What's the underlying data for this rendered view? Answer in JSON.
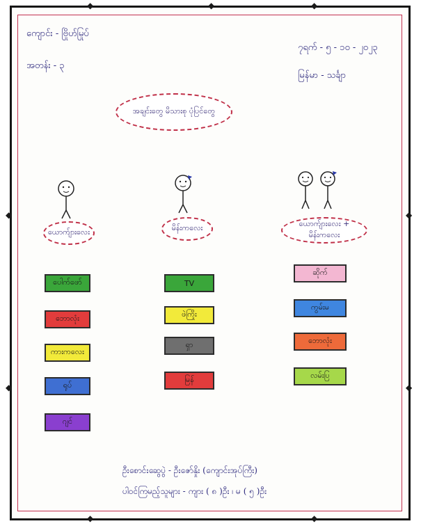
{
  "header": {
    "school": "ကျောင်း - ဗြိုဟ်မြုပ်",
    "grade": "အတန်း - ၃",
    "date": "၇ရက် - ၅ - ၁၀ - ၂၀၂၃",
    "subject": "မြန်မာ - သင်္ချာ"
  },
  "title": "အချင်းတွေ မိသားစု ပုံပြင်တွေ",
  "groups": [
    {
      "label": "ယောက်ျားလေး",
      "items": [
        {
          "text": "ပေါက်ဖော်",
          "color": "#3aa63a"
        },
        {
          "text": "ဘောလုံး",
          "color": "#e23c3c"
        },
        {
          "text": "ကားကလေး",
          "color": "#f2ea3a"
        },
        {
          "text": "ရုပ်",
          "color": "#3f6fd2"
        },
        {
          "text": "ဂျင်",
          "color": "#8a3fcf"
        }
      ]
    },
    {
      "label": "မိန်းကလေး",
      "items": [
        {
          "text": "TV",
          "color": "#3aa63a"
        },
        {
          "text": "ဖဲကြိုး",
          "color": "#f2ea3a"
        },
        {
          "text": "ရှာ",
          "color": "#6f6f6f"
        },
        {
          "text": "မြန်",
          "color": "#e23c3c"
        }
      ]
    },
    {
      "label": "ယောက်ျားလေး + မိန်းကလေး",
      "items": [
        {
          "text": "ဆိုက်",
          "color": "#f3b7d2"
        },
        {
          "text": "ကွမ်းမ",
          "color": "#3f86e0"
        },
        {
          "text": "ဘောလုံး",
          "color": "#ee6a3a"
        },
        {
          "text": "လမ်းပြ",
          "color": "#a6d84a"
        }
      ]
    }
  ],
  "footer": {
    "line1": "ဦးစောင်းဆွေပွဲ - ဦးဇော်နှိုး (ကျောင်းအုပ်ကြီး)",
    "line2": "ပါဝင်ကြမည့်သူများ - ကျား ( ၈ )ဦး ၊ မ ( ၅ )ဦး"
  }
}
